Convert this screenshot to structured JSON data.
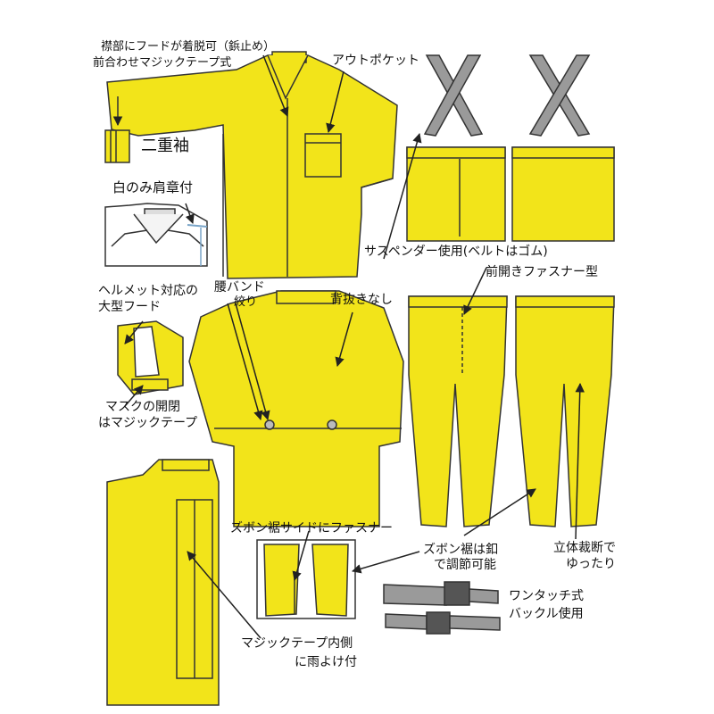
{
  "colors": {
    "garment": "#F2E41A",
    "outline": "#333333",
    "strap": "#9A9A9A",
    "accent": "#222222"
  },
  "labels": {
    "collar_hood": "襟部にフードが着脱可（鋲止め）",
    "front_velcro": "前合わせマジックテープ式",
    "out_pocket": "アウトポケット",
    "double_sleeve": "二重袖",
    "white_epaulet": "白のみ肩章付",
    "suspender": "サスペンダー使用(ベルトはゴム)",
    "front_zipper": "前開きファスナー型",
    "helmet_hood_1": "ヘルメット対応の",
    "helmet_hood_2": "大型フード",
    "waist_band_1": "腰バンド",
    "waist_band_2": "絞り",
    "no_back_vent": "背抜きなし",
    "mask_1": "マスクの開閉",
    "mask_2": "はマジックテープ",
    "hem_zipper": "ズボン裾サイドにファスナー",
    "hem_adjust_1": "ズボン裾は釦",
    "hem_adjust_2": "で調節可能",
    "cut_1": "立体裁断で",
    "cut_2": "ゆったり",
    "buckle_1": "ワンタッチ式",
    "buckle_2": "バックル使用",
    "velcro_inner_1": "マジックテープ内側",
    "velcro_inner_2": "に雨よけ付"
  }
}
